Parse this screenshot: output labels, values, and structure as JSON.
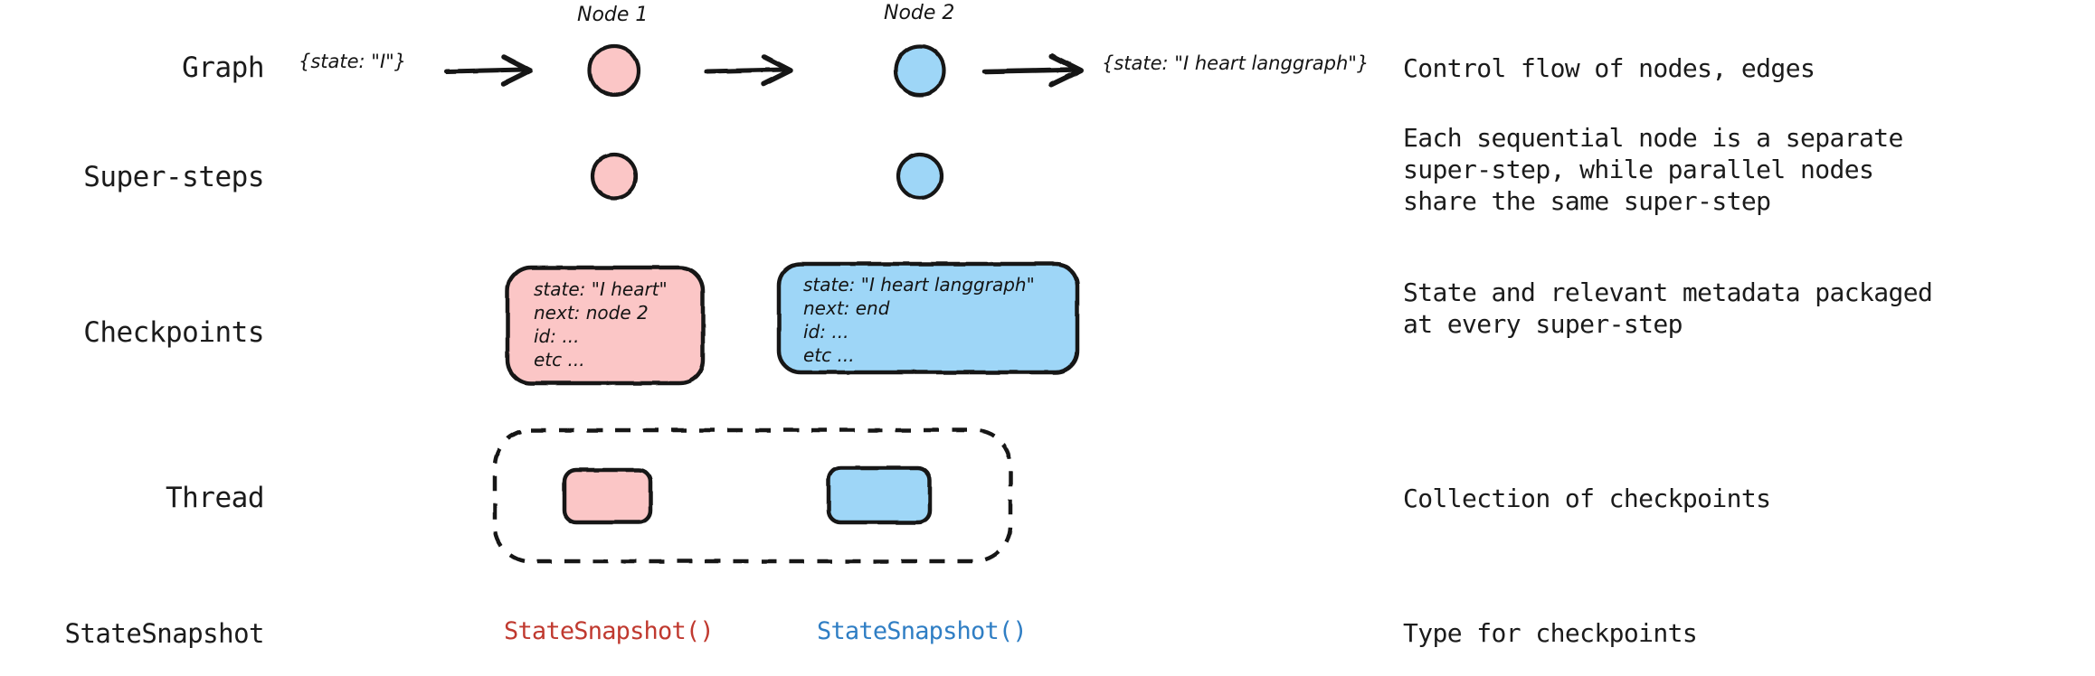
{
  "diagram": {
    "title_rows": [
      {
        "key": "graph",
        "label": "Graph"
      },
      {
        "key": "super_steps",
        "label": "Super-steps"
      },
      {
        "key": "checkpoints",
        "label": "Checkpoints"
      },
      {
        "key": "thread",
        "label": "Thread"
      },
      {
        "key": "statesnapshot",
        "label": "StateSnapshot"
      }
    ],
    "descriptions": {
      "graph": "Control flow of nodes, edges",
      "super_steps_line1": "Each sequential node is a separate",
      "super_steps_line2": "super-step, while parallel nodes",
      "super_steps_line3": "share the same super-step",
      "checkpoints_line1": "State and relevant metadata packaged",
      "checkpoints_line2": "at every super-step",
      "thread": "Collection of checkpoints",
      "statesnapshot": "Type for checkpoints"
    },
    "graph_row": {
      "input_state": "{state: \"I\"}",
      "node1_caption": "Node 1",
      "node2_caption": "Node 2",
      "output_state": "{state: \"I heart langgraph\"}"
    },
    "checkpoint_cards": [
      {
        "id": "checkpoint-node1",
        "lines": [
          "state: \"I heart\"",
          "next: node 2",
          "id: ...",
          "etc ..."
        ]
      },
      {
        "id": "checkpoint-node2",
        "lines": [
          "state: \"I heart langgraph\"",
          "next: end",
          "id: ...",
          "etc ..."
        ]
      }
    ],
    "snapshots": [
      {
        "id": "snapshot-node1",
        "label": "StateSnapshot()"
      },
      {
        "id": "snapshot-node2",
        "label": "StateSnapshot()"
      }
    ],
    "colors": {
      "pink_fill": "#fbc6c6",
      "blue_fill": "#9ed6f7",
      "stroke": "#121212",
      "snapshot_red": "#c0392f",
      "snapshot_blue": "#2f7ec4",
      "text": "#1b1b1b",
      "background": "#ffffff"
    }
  }
}
